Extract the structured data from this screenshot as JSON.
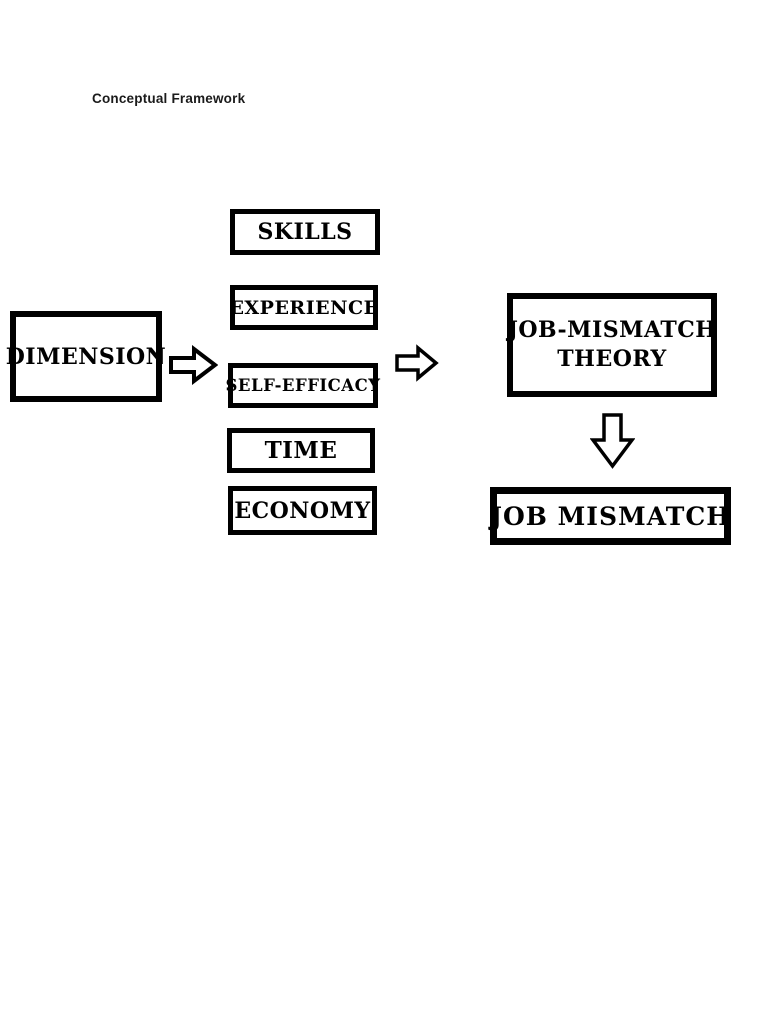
{
  "page": {
    "heading": "Conceptual Framework",
    "background_color": "#ffffff"
  },
  "diagram": {
    "colors": {
      "box_border": "#000000",
      "box_fill": "#ffffff",
      "text": "#000000",
      "arrow_outline": "#000000",
      "arrow_fill": "#ffffff"
    },
    "dimension_box": {
      "label": "DIMENSION"
    },
    "dimension_items": [
      {
        "label": "SKILLS"
      },
      {
        "label": "EXPERIENCE"
      },
      {
        "label": "SELF-EFFICACY"
      },
      {
        "label": "TIME"
      },
      {
        "label": "ECONOMY"
      }
    ],
    "theory_box": {
      "label": "JOB-MISMATCH THEORY",
      "line1": "JOB-MISMATCH",
      "line2": "THEORY"
    },
    "outcome_box": {
      "label": "JOB MISMATCH"
    },
    "arrows": [
      {
        "name": "dimension-to-items",
        "direction": "right"
      },
      {
        "name": "items-to-theory",
        "direction": "right"
      },
      {
        "name": "theory-to-outcome",
        "direction": "down"
      }
    ]
  }
}
